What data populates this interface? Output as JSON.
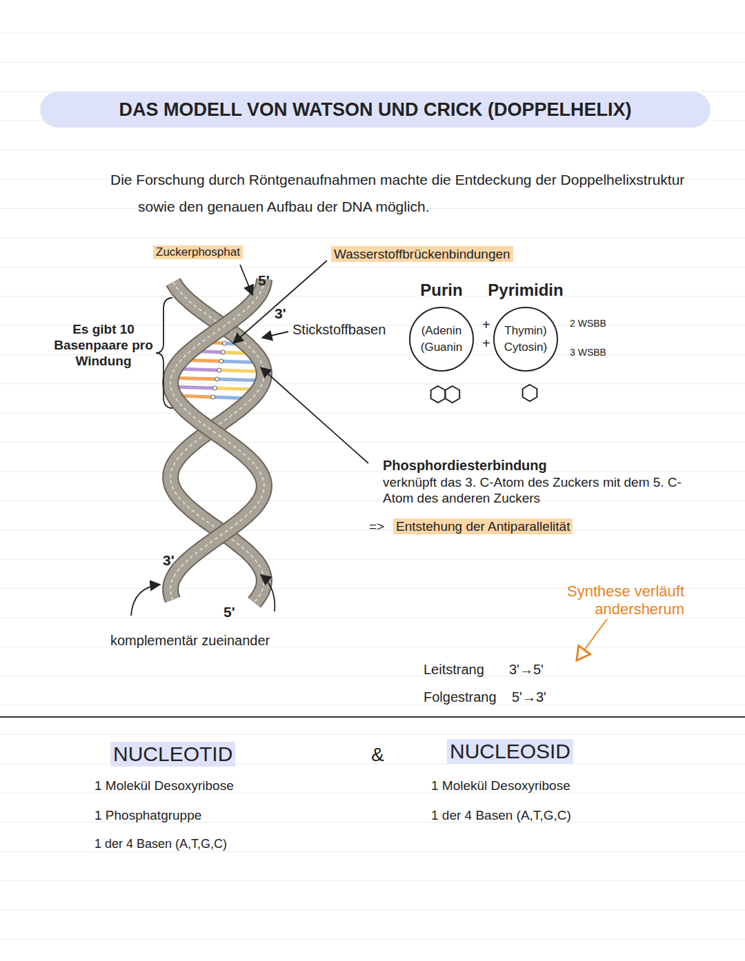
{
  "diagram": {
    "title": "DAS MODELL VON WATSON UND CRICK (DOPPELHELIX)",
    "nodes": [
      {
        "text": [
          "Purin",
          "(Adenin",
          "(Guanin"
        ]
      },
      {
        "text": [
          "Pyrimidin",
          "Thymin)",
          "Cytosin)"
        ]
      }
    ],
    "labels": [
      "Die Forschung durch Röntgenaufnahmen machte die Entdeckung der Doppelhelixstruktur sowie den genauen Aufbau der DNA möglich.",
      "Zuckerphosphat",
      "Wasserstoffbrückenbindungen",
      "5'",
      "3'",
      "Stickstoffbasen",
      "Es gibt 10 Basenpaare pro Windung",
      "+",
      "+",
      "2 WSBB",
      "3 WSBB",
      "Phosphordiesterbindung",
      "verknüpft das 3. C-Atom des Zuckers mit dem 5. C-Atom des anderen Zuckers",
      "=>",
      "Entstehung der Antiparallelität",
      "3'",
      "5'",
      "komplementär zueinander",
      "Synthese verläuft andersherum",
      "Leitstrang",
      "3'→5'",
      "Folgestrang",
      "5'→3'",
      "NUCLEOTID",
      "&",
      "NUCLEOSID",
      "1 Molekül Desoxyribose",
      "1 Phosphatgruppe",
      "1 der 4 Basen (A,T,G,C)",
      "1 Molekül Desoxyribose",
      "1 der 4 Basen (A,T,G,C)"
    ]
  }
}
